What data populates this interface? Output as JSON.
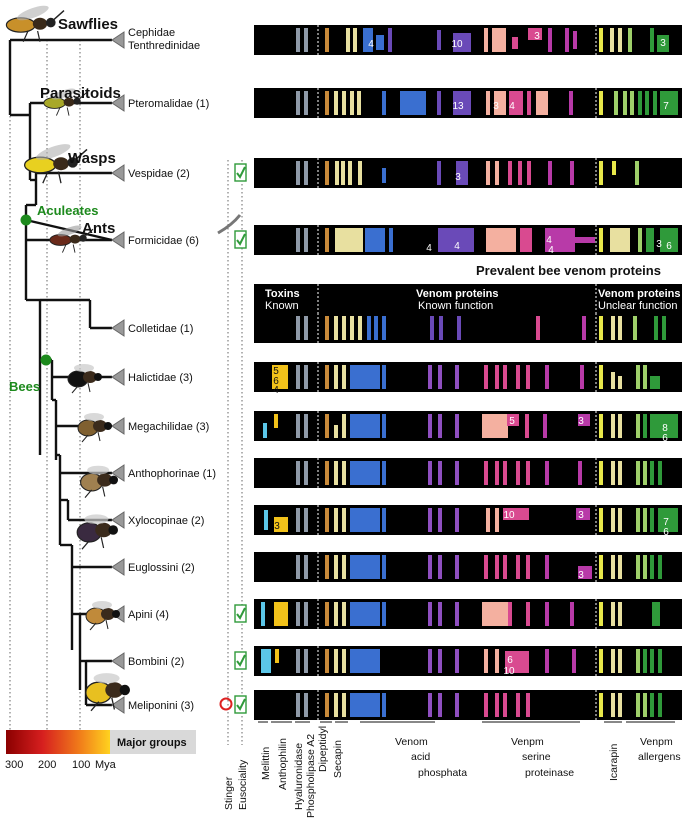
{
  "groups": {
    "sawflies": "Sawflies",
    "parasitoids": "Parasitoids",
    "wasps": "Wasps",
    "aculeates": "Aculeates",
    "ants": "Ants",
    "bees": "Bees"
  },
  "taxa": [
    {
      "name": "Cephidae",
      "name2": "Tenthredinidae",
      "eusocial": false
    },
    {
      "name": "Pteromalidae (1)",
      "eusocial": false
    },
    {
      "name": "Vespidae (2)",
      "eusocial": true
    },
    {
      "name": "Formicidae (6)",
      "eusocial": true
    },
    {
      "name": "Colletidae (1)",
      "eusocial": false
    },
    {
      "name": "Halictidae (3)",
      "eusocial": false
    },
    {
      "name": "Megachilidae (3)",
      "eusocial": false
    },
    {
      "name": "Anthophorinae (1)",
      "eusocial": false
    },
    {
      "name": "Xylocopinae (2)",
      "eusocial": false
    },
    {
      "name": "Euglossini (2)",
      "eusocial": false
    },
    {
      "name": "Apini (4)",
      "eusocial": true
    },
    {
      "name": "Bombini (2)",
      "eusocial": true
    },
    {
      "name": "Meliponini (3)",
      "eusocial": true
    }
  ],
  "timescale": {
    "ticks": [
      "300",
      "200",
      "100",
      "Mya"
    ],
    "label": "Major groups",
    "colors": [
      "#8b0000",
      "#d61f1f",
      "#f07a1a",
      "#ffd21f"
    ]
  },
  "panel": {
    "title": "Prevalent bee venom proteins",
    "headers": [
      {
        "line1": "Toxins",
        "line2": "Known"
      },
      {
        "line1": "Venom proteins",
        "line2": "Known function"
      },
      {
        "line1": "Venom proteins",
        "line2": "Unclear function"
      }
    ]
  },
  "column_labels": {
    "stinger": "Stinger",
    "eusociality": "Eusociality",
    "melittin": "Melittin",
    "anthophilin": "Anthophilin",
    "hyaluronidase": "Hyaluronidase",
    "pla2": "Phospholipase A2",
    "dipeptidyl": "Dipeptidyl",
    "secapin": "Secapin",
    "vap": [
      "Venom",
      "acid",
      "phosphata"
    ],
    "vsp": [
      "Venpm",
      "serine",
      "proteinase"
    ],
    "icarapin": "Icarapin",
    "allergens": [
      "Venpm",
      "allergens"
    ]
  },
  "row_numbers": [
    [
      "4",
      "10",
      "3",
      "3"
    ],
    [
      "13",
      "3",
      "4",
      "7"
    ],
    [
      "3"
    ],
    [
      "4",
      "4",
      "4",
      "4",
      "3",
      "6"
    ],
    [],
    [
      "5",
      "6",
      "4"
    ],
    [
      "5",
      "3",
      "8",
      "6"
    ],
    [],
    [
      "3",
      "10",
      "3",
      "7",
      "6"
    ],
    [
      "3"
    ],
    [],
    [
      "6",
      "10"
    ],
    []
  ],
  "colors": {
    "melittin": "#5bc6e8",
    "anthophilin": "#f2c21a",
    "hyaluronidase": "#8f9aa8",
    "dipeptidyl": "#c98a3a",
    "secapin": "#e8e0a0",
    "blue": "#3a6fd0",
    "purple": "#6a4ab8",
    "violet": "#8f4fc0",
    "peach": "#f4b0a0",
    "pink": "#d94a90",
    "magenta": "#b83aa8",
    "yellow": "#e8e84a",
    "lightgreen": "#9fd06a",
    "green": "#2f9a3a",
    "node": "#1d8a1d"
  }
}
